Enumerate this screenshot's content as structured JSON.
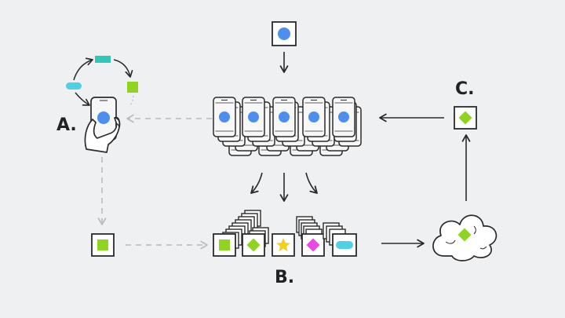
{
  "labels": {
    "a": "A.",
    "b": "B.",
    "c": "C."
  },
  "colors": {
    "background": "#eef0f2",
    "ink": "#2b2b2b",
    "dashed_arrow": "#b9bcc0",
    "blue_dot": "#4d8fee",
    "teal": "#2ec7b8",
    "cyan_pill": "#4fd0e4",
    "green": "#8fd41e",
    "yellow_star": "#f4cf1f",
    "magenta": "#e84ae6",
    "card_fill": "#ffffff",
    "phone_fill": "#f7f7f7"
  },
  "icons": {
    "top_input": "blue-dot-card-icon",
    "phone_hand": "hand-holding-phone-icon",
    "phone_fleet": "phone-fleet-icon",
    "cloud": "cloud-icon",
    "result_card": "green-diamond-card-icon"
  }
}
